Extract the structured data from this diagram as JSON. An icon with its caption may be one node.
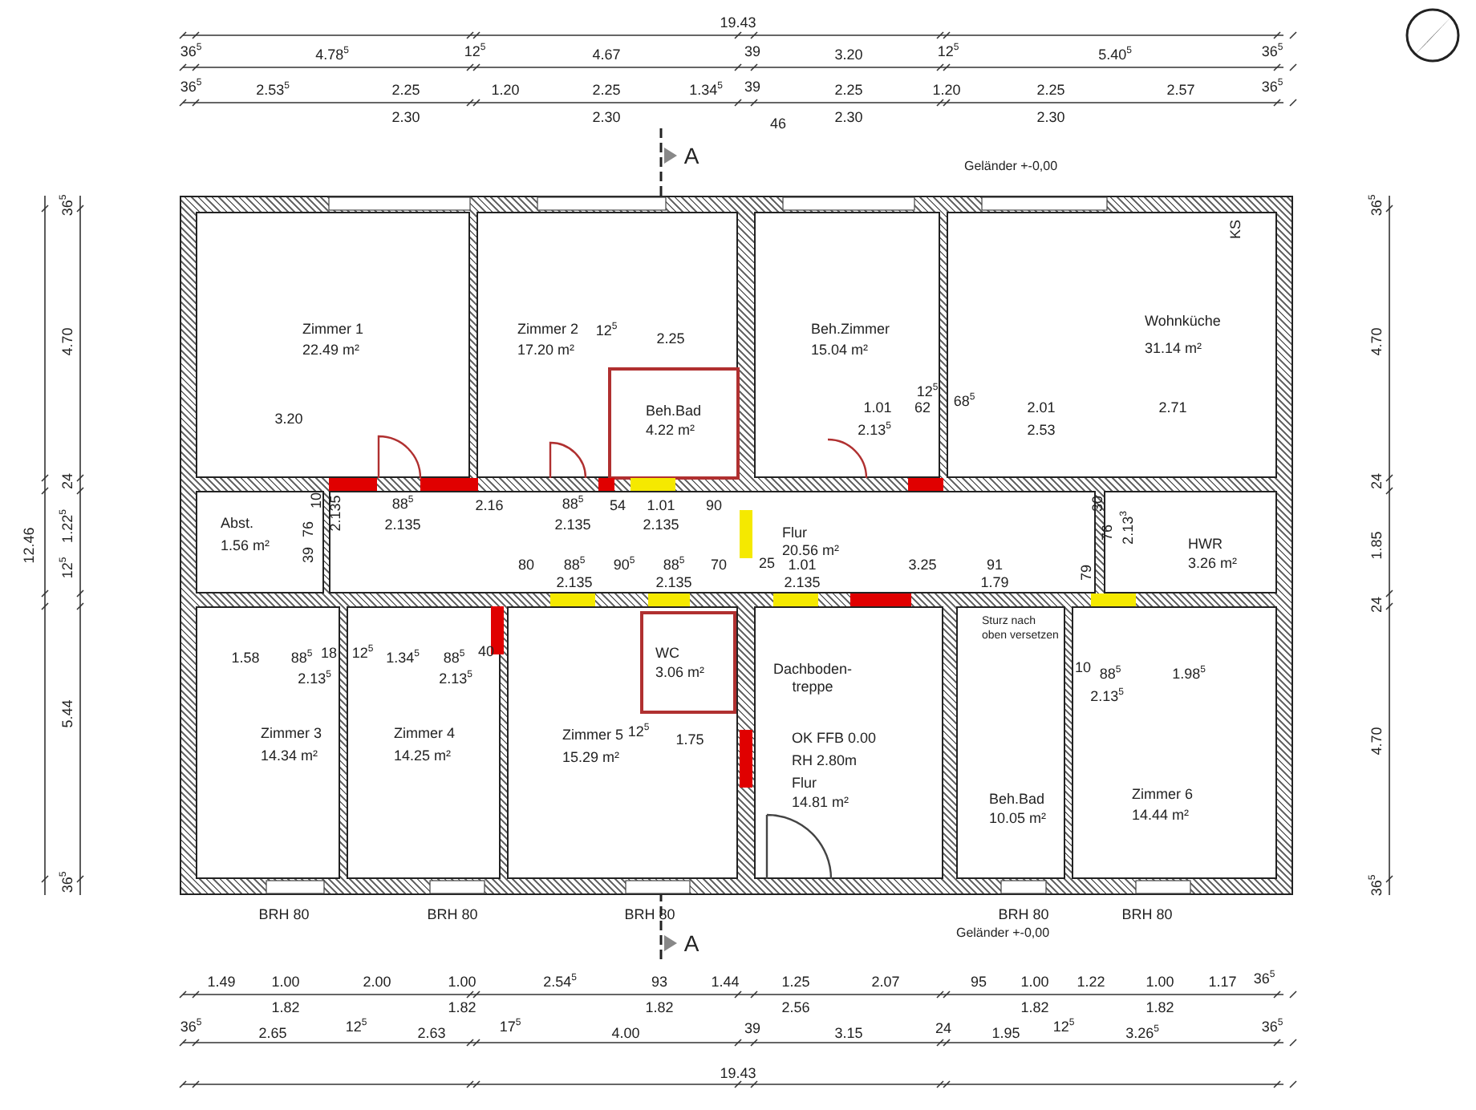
{
  "diagram": {
    "nodes": [
      {
        "text": [
          "Zimmer 1",
          "22.49 m²"
        ]
      },
      {
        "text": [
          "Zimmer 2",
          "17.20 m²"
        ]
      },
      {
        "text": [
          "Beh.Bad",
          "4.22 m²"
        ],
        "in": 1
      },
      {
        "text": [
          "Beh.Zimmer",
          "15.04 m²"
        ]
      },
      {
        "text": [
          "Wohnküche",
          "31.14 m²"
        ]
      },
      {
        "text": [
          "Abst.",
          "1.56 m²"
        ]
      },
      {
        "text": [
          "Flur",
          "20.56 m²"
        ]
      },
      {
        "text": [
          "HWR",
          "3.26 m²"
        ]
      },
      {
        "text": [
          "Zimmer 3",
          "14.34 m²"
        ]
      },
      {
        "text": [
          "Zimmer 4",
          "14.25 m²"
        ]
      },
      {
        "text": [
          "Zimmer 5",
          "15.29 m²"
        ]
      },
      {
        "text": [
          "WC",
          "3.06 m²"
        ],
        "in": 10
      },
      {
        "text": [
          "Dachboden- treppe",
          "OK FFB 0.00",
          "RH 2.80m",
          "Flur",
          "14.81 m²"
        ]
      },
      {
        "text": [
          "Beh.Bad",
          "10.05 m²"
        ]
      },
      {
        "text": [
          "Zimmer 6",
          "14.44 m²"
        ]
      }
    ],
    "labels": [
      "19.43",
      "36$^{5}$",
      "4.78$^{5}$",
      "12$^{5}$",
      "4.67",
      "39",
      "3.20",
      "12$^{5}$",
      "5.40$^{5}$",
      "36$^{5}$",
      "36$^{5}$",
      "2.53$^{5}$",
      "2.25",
      "1.20",
      "2.25",
      "1.34$^{5}$",
      "39",
      "2.25",
      "1.20",
      "2.25",
      "2.57",
      "36$^{5}$",
      "2.30",
      "2.30",
      "46",
      "2.30",
      "2.30",
      "A",
      "Geländer +-0,00",
      "36$^{5}$",
      "4.70",
      "24",
      "12.46",
      "1.22$^{5}$",
      "12$^{5}$",
      "5.44",
      "36$^{5}$",
      "36$^{5}$",
      "4.70",
      "24",
      "1.85",
      "24",
      "4.70",
      "36$^{5}$",
      "KS",
      "12$^{5}$",
      "2.25",
      "1.01",
      "62",
      "12$^{5}$",
      "68$^{5}$",
      "2.01",
      "2.71",
      "2.13$^{5}$",
      "2.53",
      "3.20",
      "88$^{5}$",
      "2.16",
      "88$^{5}$",
      "54",
      "1.01",
      "90",
      "2.135",
      "2.135",
      "2.135",
      "10",
      "76",
      "39",
      "2.135",
      "30",
      "76",
      "2.13$^{3}$",
      "80",
      "88$^{5}$",
      "90$^{5}$",
      "88$^{5}$",
      "70",
      "25",
      "1.01",
      "3.25",
      "91",
      "79",
      "2.135",
      "2.135",
      "2.135",
      "1.79",
      "Sturz nach oben versetzen",
      "1.58",
      "88$^{5}$",
      "18",
      "12$^{5}$",
      "1.34$^{5}$",
      "88$^{5}$",
      "40",
      "2.13$^{5}$",
      "2.13$^{5}$",
      "10",
      "88$^{5}$",
      "1.98$^{5}$",
      "2.13$^{5}$",
      "12$^{5}$",
      "1.75",
      "BRH 80",
      "BRH 80",
      "BRH 80",
      "BRH 80",
      "BRH 80",
      "Geländer +-0,00",
      "A",
      "1.49",
      "1.00",
      "2.00",
      "1.00",
      "2.54$^{5}$",
      "93",
      "1.44",
      "1.25",
      "2.07",
      "95",
      "1.00",
      "1.22",
      "1.00",
      "1.17",
      "36$^{5}$",
      "1.82",
      "1.82",
      "1.82",
      "2.56",
      "1.82",
      "1.82",
      "36$^{5}$",
      "2.65",
      "12$^{5}$",
      "2.63",
      "17$^{5}$",
      "4.00",
      "39",
      "3.15",
      "24",
      "1.95",
      "12$^{5}$",
      "3.26$^{5}$",
      "36$^{5}$",
      "19.43"
    ]
  }
}
